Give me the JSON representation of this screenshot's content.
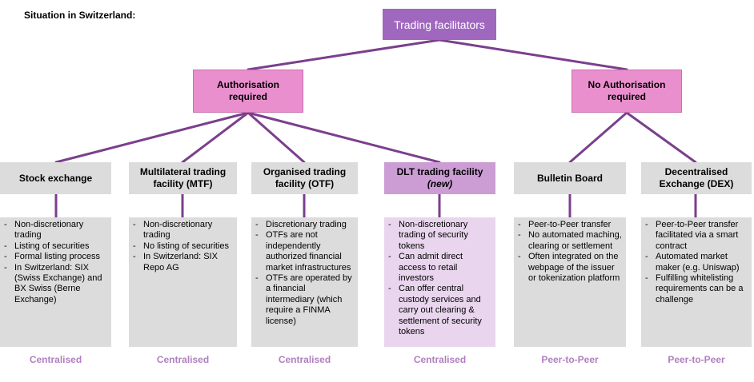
{
  "situation_label": "Situation in Switzerland:",
  "root": {
    "label": "Trading facilitators"
  },
  "authorisation": [
    {
      "label_line1": "Authorisation",
      "label_line2": "required"
    },
    {
      "label_line1": "No Authorisation",
      "label_line2": "required"
    }
  ],
  "categories": [
    {
      "title_line1": "Stock exchange",
      "title_line2": "",
      "title_italic": "",
      "items": [
        "Non-discretionary trading",
        "Listing of securities",
        "Formal listing process",
        "In Switzerland:  SIX (Swiss Exchange) and BX Swiss (Berne Exchange)"
      ],
      "type": "Centralised"
    },
    {
      "title_line1": "Multilateral trading",
      "title_line2": "facility (MTF)",
      "title_italic": "",
      "items": [
        "Non-discretionary trading",
        "No listing of securities",
        "In Switzerland:  SIX Repo AG"
      ],
      "type": "Centralised"
    },
    {
      "title_line1": "Organised trading",
      "title_line2": "facility (OTF)",
      "title_italic": "",
      "items": [
        "Discretionary trading",
        "OTFs are not independently authorized financial market infrastructures",
        "OTFs are operated by a financial intermediary (which require a FINMA license)"
      ],
      "type": "Centralised"
    },
    {
      "title_line1": "DLT trading facility",
      "title_line2": "",
      "title_italic": "(new)",
      "items": [
        "Non-discretionary trading of security tokens",
        "Can admit direct access to retail investors",
        "Can offer central custody services and carry out clearing & settlement of security tokens"
      ],
      "type": "Centralised"
    },
    {
      "title_line1": "Bulletin Board",
      "title_line2": "",
      "title_italic": "",
      "items": [
        "Peer-to-Peer transfer",
        "No automated maching, clearing or settlement",
        "Often integrated on the webpage of the issuer or tokenization platform"
      ],
      "type": "Peer-to-Peer"
    },
    {
      "title_line1": "Decentralised",
      "title_line2": "Exchange (DEX)",
      "title_italic": "",
      "items": [
        "Peer-to-Peer transfer facilitated via a smart contract",
        "Automated market maker (e.g. Uniswap)",
        "Fulfilling whitelisting requirements can be a challenge"
      ],
      "type": "Peer-to-Peer"
    }
  ],
  "colors": {
    "root_fill": "#a067bf",
    "auth_fill": "#ea8fce",
    "category_fill": "#dcdcdc",
    "dlt_fill": "#cc9cd5",
    "dlt_desc_fill": "#e9d6ee",
    "connector": "#7b3f8c",
    "type_label": "#b07fc0"
  }
}
